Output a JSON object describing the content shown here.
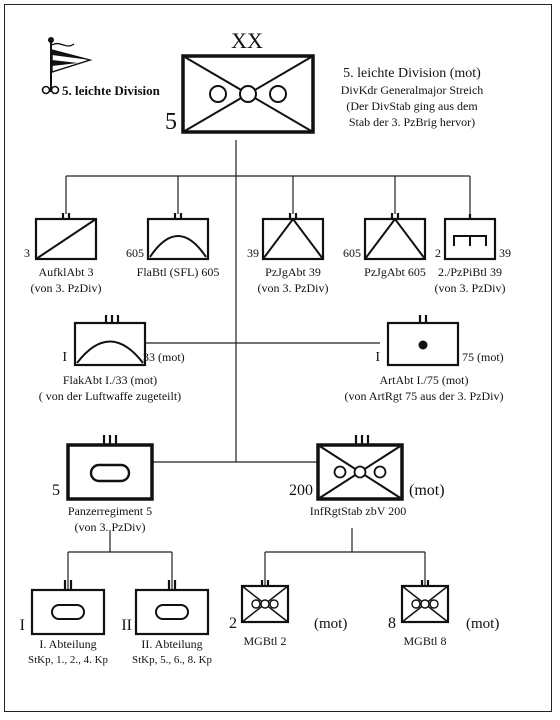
{
  "division": {
    "echelon": "XX",
    "pennant_label": "5. leichte Division",
    "number": "5",
    "title": "5. leichte Division (mot)",
    "commander": "DivKdr Generalmajor Streich",
    "note_line1": "(Der DivStab ging aus dem",
    "note_line2": "Stab der 3. PzBrig hervor)"
  },
  "row1": [
    {
      "left": "3",
      "right": "",
      "name": "AufklAbt 3",
      "sub": "(von 3. PzDiv)"
    },
    {
      "left": "605",
      "right": "",
      "name": "FlaBtl (SFL) 605",
      "sub": ""
    },
    {
      "left": "39",
      "right": "",
      "name": "PzJgAbt 39",
      "sub": "(von 3. PzDiv)"
    },
    {
      "left": "605",
      "right": "",
      "name": "PzJgAbt 605",
      "sub": ""
    },
    {
      "left": "2",
      "right": "39",
      "name": "2./PzPiBtl 39",
      "sub": "(von 3. PzDiv)"
    }
  ],
  "row2": [
    {
      "left": "I",
      "right": "33 (mot)",
      "name": "FlakAbt I./33 (mot)",
      "sub": "( von der Luftwaffe zugeteilt)"
    },
    {
      "left": "I",
      "right": "75 (mot)",
      "name": "ArtAbt I./75 (mot)",
      "sub": "(von ArtRgt 75 aus der 3. PzDiv)"
    }
  ],
  "regiments": [
    {
      "left": "5",
      "right": "",
      "name": "Panzerregiment 5",
      "sub": "(von 3. PzDiv)"
    },
    {
      "left": "200",
      "right": "(mot)",
      "name": "InfRgtStab zbV 200",
      "sub": ""
    }
  ],
  "battalions": [
    {
      "left": "I",
      "right": "",
      "name": "I. Abteilung",
      "sub": "StKp, 1., 2., 4. Kp"
    },
    {
      "left": "II",
      "right": "",
      "name": "II. Abteilung",
      "sub": "StKp, 5., 6., 8. Kp"
    },
    {
      "left": "2",
      "right": "(mot)",
      "name": "MGBtl 2",
      "sub": ""
    },
    {
      "left": "8",
      "right": "(mot)",
      "name": "MGBtl 8",
      "sub": ""
    }
  ]
}
